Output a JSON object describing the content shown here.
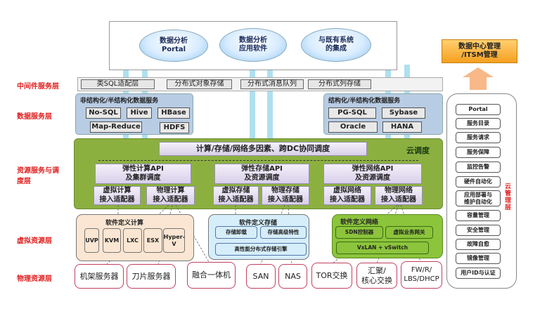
{
  "layers": {
    "middleware": "中间件服务层",
    "data": "数据服务层",
    "resource": "资源服务与调度层",
    "virtual": "虚拟资源层",
    "physical": "物理资源层"
  },
  "apps": [
    "数据分析\nPortal",
    "数据分析\n应用软件",
    "与既有系统\n的集成"
  ],
  "itsm": "数据中心管理\n/ITSM管理",
  "middleware": [
    "类SQL适配层",
    "分布式对象存储",
    "分布式消息队列",
    "分布式列存储"
  ],
  "unstructured": {
    "title": "非结构化/半结构化数据服务",
    "items": [
      "No-SQL",
      "Hive",
      "HBase",
      "Map-Reduce",
      "HDFS"
    ]
  },
  "structured": {
    "title": "结构化/半结构化数据服务",
    "items": [
      "PG-SQL",
      "Sybase",
      "Oracle",
      "HANA"
    ]
  },
  "cloud_sched": {
    "label": "云调度",
    "top": "计算/存储/网络多因素、跨DC协同调度",
    "apis": [
      "弹性计算API\n及集群调度",
      "弹性存储API\n及资源调度",
      "弹性网络API\n及资源调度"
    ],
    "adapters": [
      "虚拟计算\n接入适配器",
      "物理计算\n接入适配器",
      "虚拟存储\n接入适配器",
      "物理存储\n接入适配器",
      "虚拟网络\n接入适配器",
      "物理网络\n接入适配器"
    ]
  },
  "sd_compute": {
    "title": "软件定义计算",
    "items": [
      "UVP",
      "KVM",
      "LXC",
      "ESX",
      "Hyper-V"
    ]
  },
  "sd_storage": {
    "title": "软件定义存储",
    "items": [
      "存储卸载",
      "存储高级特性",
      "高性能分布式存储引擎"
    ]
  },
  "sd_network": {
    "title": "软件定义网络",
    "items": [
      "SDN控制器",
      "虚拟业务网关",
      "VxLAN + vSwitch"
    ]
  },
  "physical": [
    "机架服务器",
    "刀片服务器",
    "融合一体机",
    "SAN",
    "NAS",
    "TOR交换",
    "汇聚/\n核心交换",
    "FW/R/\nLBS/DHCP"
  ],
  "mgmt": {
    "title": "云管理层",
    "items": [
      "Portal",
      "服务目录",
      "服务请求",
      "服务保障",
      "监控告警",
      "硬件自动化",
      "应用部署与\n维护自动化",
      "容量管理",
      "安全管理",
      "故障自愈",
      "镜像管理",
      "用户ID与认证"
    ]
  }
}
